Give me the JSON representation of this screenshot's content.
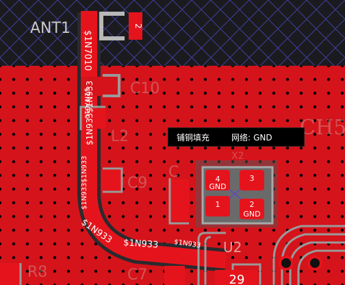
{
  "board": {
    "colors": {
      "background": "#1b1b1f",
      "copper_fill": "#d5131a",
      "copper_fill_dark": "#b40f15",
      "pad_grey": "#808080",
      "silkscreen": "#c8c8c8",
      "ratsnest": "#4b4ba8",
      "trace": "#e5141c"
    },
    "labels": {
      "ant1": "ANT1",
      "pin_2": "2",
      "c10": "C10",
      "l2": "L2",
      "c9": "C9",
      "r8": "R8",
      "c7": "C7",
      "u2": "U2",
      "x2": "X2",
      "ch5": "CH5",
      "num_29": "29",
      "c_partial": "C"
    },
    "pads": {
      "pad4": "4",
      "pad3": "3",
      "pad1": "1",
      "pad2": "2",
      "gnd_a": "GND",
      "gnd_b": "GND"
    },
    "nets": {
      "n1": "$1N7010",
      "n2": "$1N7010",
      "n3": "$1N933$1N933",
      "n4": "$1N933$1N933",
      "n5": "$1N933",
      "n6": "$1N933",
      "n7": "$1N933"
    }
  },
  "tooltip": {
    "title": "铺铜填充",
    "net_label": "网络:",
    "net_value": "GND"
  }
}
